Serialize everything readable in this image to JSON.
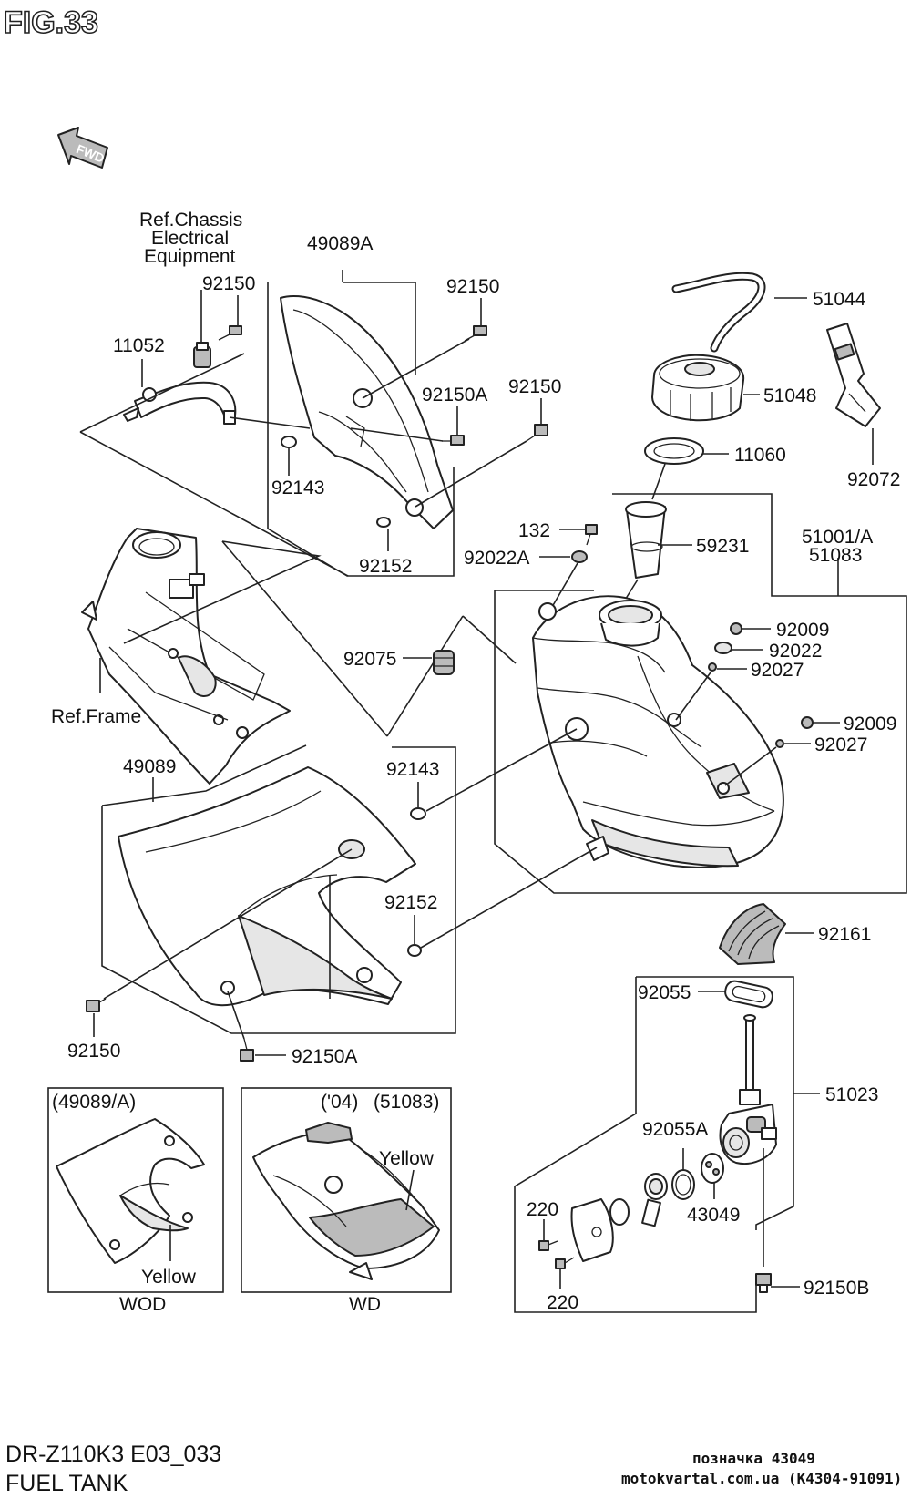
{
  "figure": {
    "title": "FIG.33",
    "fwd_marker": "FWD",
    "model_code": "DR-Z110K3 E03_033",
    "section_name": "FUEL TANK",
    "designation": "позначка 43049",
    "site": "motokvartal.com.ua (K4304-91091)"
  },
  "references": {
    "chassis_line1": "Ref.Chassis",
    "chassis_line2": "Electrical",
    "chassis_line3": "Equipment",
    "frame": "Ref.Frame"
  },
  "callouts": {
    "p49089A": "49089A",
    "p92150_a": "92150",
    "p11052": "11052",
    "p92150_b": "92150",
    "p92150A_a": "92150A",
    "p92150_c": "92150",
    "p92143_a": "92143",
    "p92152_a": "92152",
    "p51044": "51044",
    "p51048": "51048",
    "p92072": "92072",
    "p11060": "11060",
    "p132": "132",
    "p92022A": "92022A",
    "p59231": "59231",
    "p51001A": "51001/A",
    "p51083": "51083",
    "p92075": "92075",
    "p92009_a": "92009",
    "p92022": "92022",
    "p92027_a": "92027",
    "p92009_b": "92009",
    "p92027_b": "92027",
    "p49089": "49089",
    "p92143_b": "92143",
    "p92152_b": "92152",
    "p92161": "92161",
    "p92150_d": "92150",
    "p92150A_b": "92150A",
    "p92055": "92055",
    "p51023": "51023",
    "p92055A": "92055A",
    "p220_a": "220",
    "p43049": "43049",
    "p220_b": "220",
    "p92150B": "92150B"
  },
  "insets": {
    "left": {
      "header": "(49089/A)",
      "color_note": "Yellow",
      "footer": "WOD"
    },
    "right": {
      "header_year": "('04)",
      "header_part": "(51083)",
      "color_note": "Yellow",
      "footer": "WD"
    }
  }
}
